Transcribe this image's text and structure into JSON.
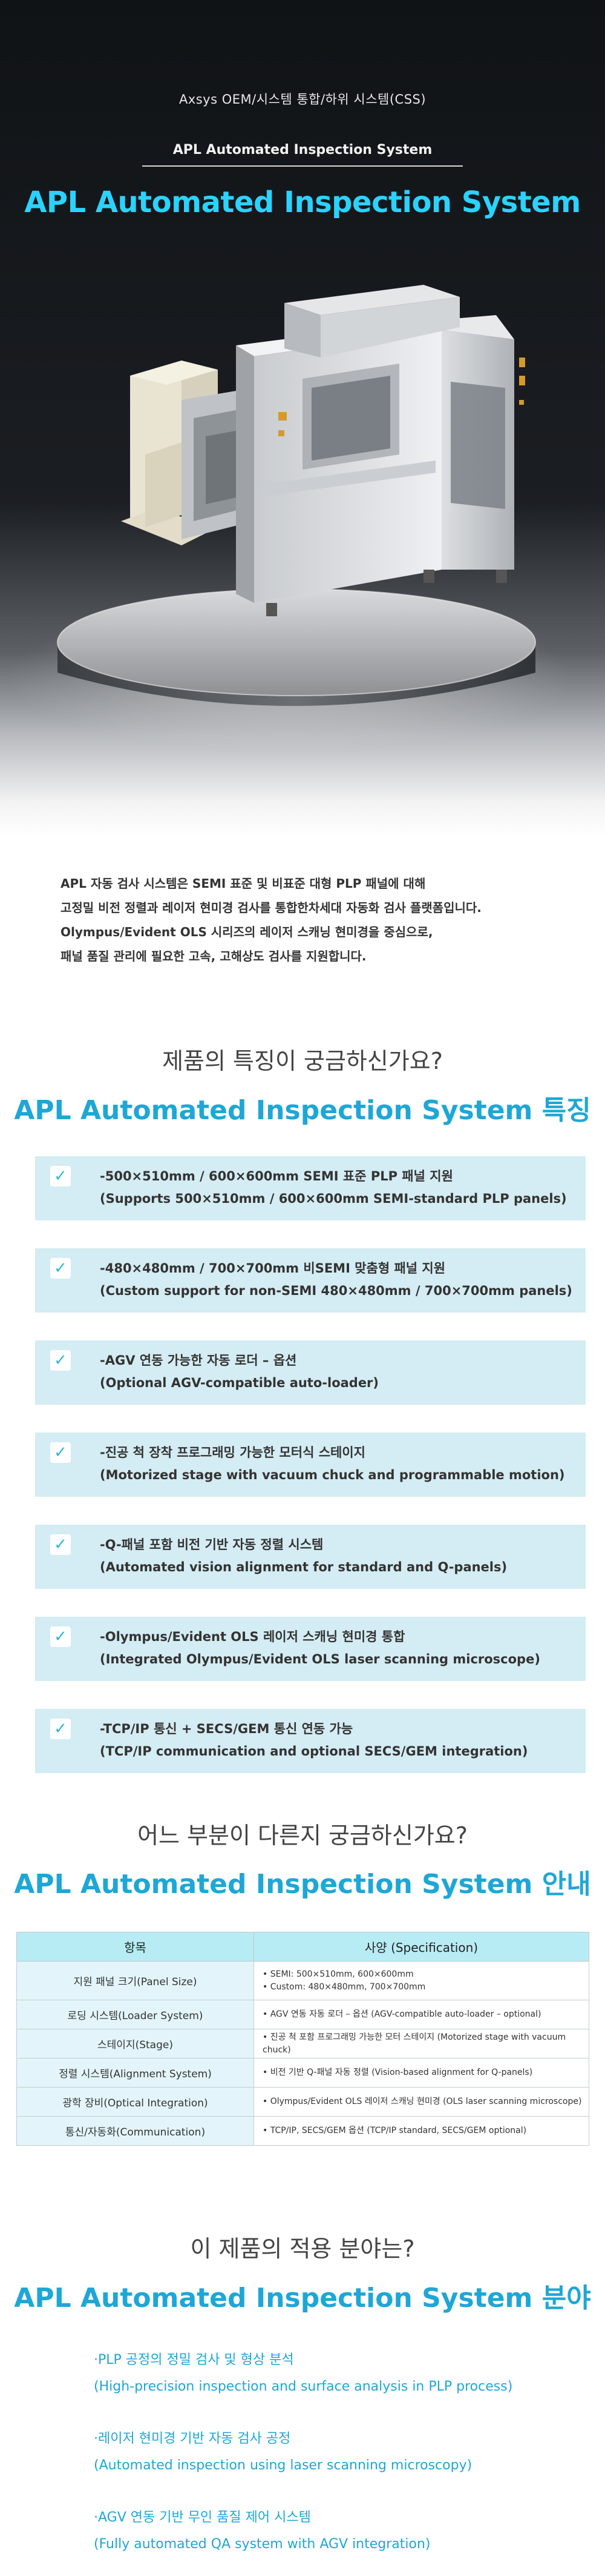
{
  "hero": {
    "breadcrumb": "Axsys OEM/시스템 통합/하위 시스템(CSS)",
    "subtitle": "APL Automated Inspection System",
    "title": "APL Automated Inspection System"
  },
  "intro": {
    "lines": [
      "APL 자동 검사 시스템은 SEMI 표준 및 비표준 대형 PLP 패널에 대해",
      "고정밀 비전 정렬과 레이저 현미경 검사를 통합한차세대 자동화 검사 플랫폼입니다.",
      "Olympus/Evident OLS 시리즈의 레이저 스캐닝 현미경을 중심으로,",
      "패널 품질 관리에 필요한 고속, 고해상도 검사를 지원합니다."
    ]
  },
  "features_section": {
    "question": "제품의 특징이 궁금하신가요?",
    "title": "APL Automated Inspection System 특징",
    "items": [
      {
        "ko": "-500×510mm / 600×600mm SEMI 표준 PLP 패널 지원",
        "en": "(Supports 500×510mm / 600×600mm SEMI-standard PLP panels)"
      },
      {
        "ko": "-480×480mm / 700×700mm 비SEMI 맞춤형 패널 지원",
        "en": "(Custom support for non-SEMI 480×480mm / 700×700mm panels)"
      },
      {
        "ko": "-AGV 연동 가능한 자동 로더 – 옵션",
        "en": "(Optional AGV-compatible auto-loader)"
      },
      {
        "ko": "-진공 척 장착 프로그래밍 가능한 모터식 스테이지",
        "en": "(Motorized stage with vacuum chuck and programmable motion)"
      },
      {
        "ko": "-Q-패널 포함 비전 기반 자동 정렬 시스템",
        "en": "(Automated vision alignment for standard and Q-panels)"
      },
      {
        "ko": "-Olympus/Evident OLS 레이저 스캐닝 현미경 통합",
        "en": "(Integrated Olympus/Evident OLS laser scanning microscope)"
      },
      {
        "ko": "-TCP/IP 통신 + SECS/GEM 통신 연동 가능",
        "en": "(TCP/IP communication and optional SECS/GEM integration)"
      }
    ]
  },
  "spec_section": {
    "question": "어느 부분이 다른지 궁금하신가요?",
    "title": "APL Automated Inspection System 안내",
    "headers": [
      "항목",
      "사양 (Specification)"
    ],
    "rows": [
      {
        "item": "지원 패널 크기(Panel Size)",
        "values": [
          "• SEMI: 500×510mm, 600×600mm",
          "• Custom: 480×480mm, 700×700mm"
        ]
      },
      {
        "item": "로딩 시스템(Loader System)",
        "values": [
          "• AGV 연동 자동 로더 – 옵션 (AGV-compatible auto-loader – optional)"
        ]
      },
      {
        "item": "스테이지(Stage)",
        "values": [
          "• 진공 척 포함 프로그래밍 가능한 모터 스테이지 (Motorized stage with vacuum chuck)"
        ]
      },
      {
        "item": "정렬 시스템(Alignment System)",
        "values": [
          "• 비전 기반 Q-패널 자동 정렬 (Vision-based alignment for Q-panels)"
        ]
      },
      {
        "item": "광학 장비(Optical Integration)",
        "values": [
          "• Olympus/Evident OLS 레이저 스캐닝 현미경 (OLS laser scanning microscope)"
        ]
      },
      {
        "item": "통신/자동화(Communication)",
        "values": [
          "• TCP/IP, SECS/GEM 옵션 (TCP/IP standard, SECS/GEM optional)"
        ]
      }
    ]
  },
  "apps_section": {
    "question": "이 제품의 적용 분야는?",
    "title": "APL Automated Inspection System 분야",
    "items": [
      {
        "ko": "·PLP 공정의 정밀 검사 및 형상 분석",
        "en": "(High-precision inspection and surface analysis in PLP process)"
      },
      {
        "ko": "·레이저 현미경 기반 자동 검사 공정",
        "en": "(Automated inspection using laser scanning microscopy)"
      },
      {
        "ko": "·AGV 연동 기반 무인 품질 제어 시스템",
        "en": "(Fully automated QA system with AGV integration)"
      }
    ]
  },
  "colors": {
    "accent": "#1ea7d6",
    "hero_title": "#2ad3ff",
    "feature_bg": "#d4ecf3",
    "table_header": "#b8ecf4",
    "table_item": "#e3f5fa"
  }
}
